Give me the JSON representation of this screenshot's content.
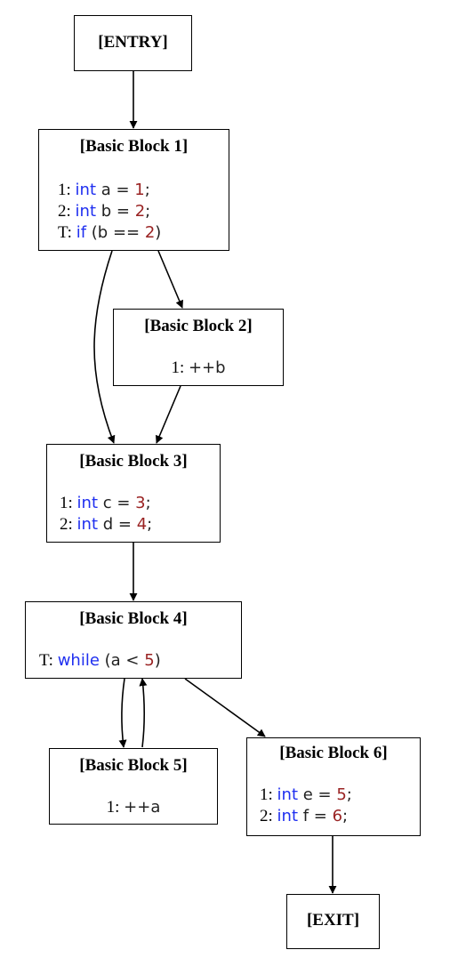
{
  "nodes": {
    "entry": {
      "title": "[ENTRY]"
    },
    "bb1": {
      "title": "[Basic Block 1]",
      "lines": [
        [
          {
            "t": "1: ",
            "k": "num"
          },
          {
            "t": "int",
            "k": "kw"
          },
          {
            "t": " a = ",
            "k": "plain"
          },
          {
            "t": "1",
            "k": "lit"
          },
          {
            "t": ";",
            "k": "plain"
          }
        ],
        [
          {
            "t": "2: ",
            "k": "num"
          },
          {
            "t": "int",
            "k": "kw"
          },
          {
            "t": " b = ",
            "k": "plain"
          },
          {
            "t": "2",
            "k": "lit"
          },
          {
            "t": ";",
            "k": "plain"
          }
        ],
        [
          {
            "t": "T: ",
            "k": "num"
          },
          {
            "t": "if",
            "k": "kw"
          },
          {
            "t": " (b == ",
            "k": "plain"
          },
          {
            "t": "2",
            "k": "lit"
          },
          {
            "t": ")",
            "k": "plain"
          }
        ]
      ]
    },
    "bb2": {
      "title": "[Basic Block 2]",
      "lines": [
        [
          {
            "t": "1: ",
            "k": "num"
          },
          {
            "t": "++b",
            "k": "plain"
          }
        ]
      ]
    },
    "bb3": {
      "title": "[Basic Block 3]",
      "lines": [
        [
          {
            "t": "1: ",
            "k": "num"
          },
          {
            "t": "int",
            "k": "kw"
          },
          {
            "t": " c = ",
            "k": "plain"
          },
          {
            "t": "3",
            "k": "lit"
          },
          {
            "t": ";",
            "k": "plain"
          }
        ],
        [
          {
            "t": "2: ",
            "k": "num"
          },
          {
            "t": "int",
            "k": "kw"
          },
          {
            "t": " d = ",
            "k": "plain"
          },
          {
            "t": "4",
            "k": "lit"
          },
          {
            "t": ";",
            "k": "plain"
          }
        ]
      ]
    },
    "bb4": {
      "title": "[Basic Block 4]",
      "lines": [
        [
          {
            "t": "T: ",
            "k": "num"
          },
          {
            "t": "while",
            "k": "kw"
          },
          {
            "t": " (a < ",
            "k": "plain"
          },
          {
            "t": "5",
            "k": "lit"
          },
          {
            "t": ")",
            "k": "plain"
          }
        ]
      ]
    },
    "bb5": {
      "title": "[Basic Block 5]",
      "lines": [
        [
          {
            "t": "1: ",
            "k": "num"
          },
          {
            "t": "++a",
            "k": "plain"
          }
        ]
      ]
    },
    "bb6": {
      "title": "[Basic Block 6]",
      "lines": [
        [
          {
            "t": "1: ",
            "k": "num"
          },
          {
            "t": "int",
            "k": "kw"
          },
          {
            "t": " e = ",
            "k": "plain"
          },
          {
            "t": "5",
            "k": "lit"
          },
          {
            "t": ";",
            "k": "plain"
          }
        ],
        [
          {
            "t": "2: ",
            "k": "num"
          },
          {
            "t": "int",
            "k": "kw"
          },
          {
            "t": " f = ",
            "k": "plain"
          },
          {
            "t": "6",
            "k": "lit"
          },
          {
            "t": ";",
            "k": "plain"
          }
        ]
      ]
    },
    "exit": {
      "title": "[EXIT]"
    }
  },
  "edges": [
    {
      "from": "entry",
      "to": "bb1"
    },
    {
      "from": "bb1",
      "to": "bb2"
    },
    {
      "from": "bb1",
      "to": "bb3"
    },
    {
      "from": "bb2",
      "to": "bb3"
    },
    {
      "from": "bb3",
      "to": "bb4"
    },
    {
      "from": "bb4",
      "to": "bb5"
    },
    {
      "from": "bb5",
      "to": "bb4"
    },
    {
      "from": "bb4",
      "to": "bb6"
    },
    {
      "from": "bb6",
      "to": "exit"
    }
  ],
  "colors": {
    "keyword": "#1f2ff0",
    "literal": "#9a2323",
    "text": "#222222",
    "border": "#000000"
  }
}
